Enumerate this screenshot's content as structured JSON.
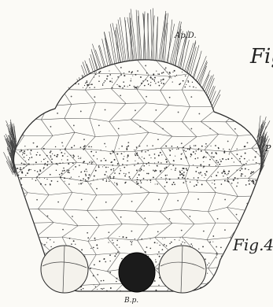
{
  "figure": {
    "label_ap_d": "Ap.D.",
    "label_fig_top": "Fig",
    "label_p": "P",
    "label_fig_4": "Fig.4.",
    "label_b_p": "B.p."
  },
  "colors": {
    "ink": "#2a2a2a",
    "paper": "#fbfaf6",
    "dark_cell": "#1b1b1b"
  }
}
